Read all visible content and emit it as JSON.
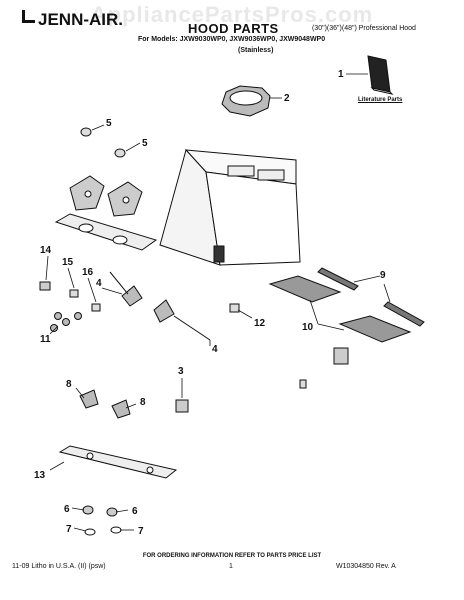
{
  "watermark": "AppliancePartsPros.com",
  "brand": "JENN-AIR.",
  "title": "HOOD PARTS",
  "subtitle": "(30\")(36\")(48\") Professional Hood",
  "models": "For Models: JXW9030WP0, JXW9036WP0, JXW9048WP0",
  "finish": "(Stainless)",
  "literature_label": "Literature Parts",
  "callouts": [
    "1",
    "2",
    "5",
    "5",
    "14",
    "15",
    "16",
    "4",
    "11",
    "12",
    "4",
    "9",
    "10",
    "3",
    "8",
    "8",
    "13",
    "6",
    "6",
    "7",
    "7"
  ],
  "footer": {
    "ordering": "FOR ORDERING INFORMATION REFER TO PARTS PRICE LIST",
    "left": "11-09 Litho in U.S.A. (II) (psw)",
    "page": "1",
    "right": "W10304850 Rev. A"
  }
}
